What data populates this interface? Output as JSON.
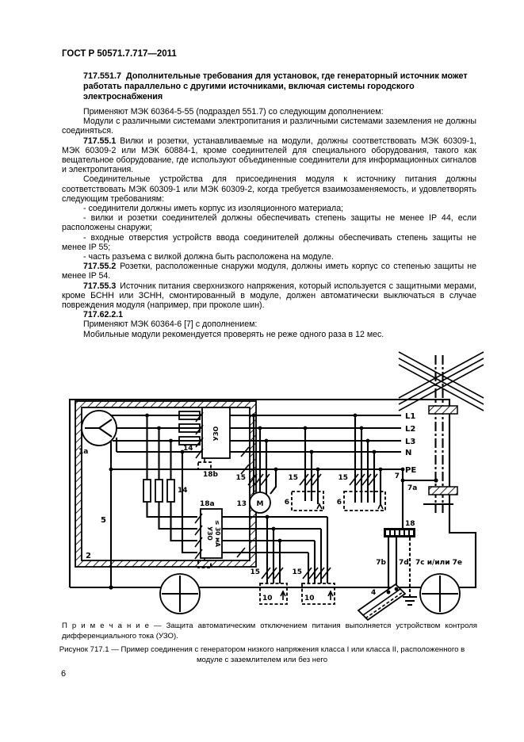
{
  "header": {
    "title": "ГОСТ Р 50571.7.717—2011"
  },
  "body": {
    "heading": {
      "num": "717.551.7",
      "text": "Дополнительные требования для установок, где генераторный источник может работать параллельно с другими источниками, включая системы городского электроснабжения"
    },
    "paragraphs": [
      {
        "num": "",
        "text": "Применяют МЭК 60364-5-55 (подраздел 551.7) со следующим дополнением:"
      },
      {
        "num": "",
        "text": "Модули с различными системами электропитания и различными системами заземления не должны соединяться."
      },
      {
        "num": "717.55.1",
        "text": "Вилки и розетки, устанавливаемые на модули, должны соответствовать МЭК 60309-1, МЭК 60309-2 или МЭК 60884-1, кроме соединителей для специального оборудования, такого как вещательное оборудование, где используют объединенные соединители для информационных сигналов и электропитания."
      },
      {
        "num": "",
        "text": "Соединительные устройства для присоединения модуля к источнику питания должны соответствовать МЭК 60309-1 или МЭК 60309-2, когда требуется взаимозаменяемость, и удовлетворять следующим требованиям:"
      },
      {
        "num": "",
        "text": "- соединители должны иметь корпус из изоляционного материала;"
      },
      {
        "num": "",
        "text": "- вилки и розетки соединителей должны обеспечивать степень защиты не менее IP 44, если расположены снаружи;"
      },
      {
        "num": "",
        "text": "- входные отверстия устройств ввода соединителей должны обеспечивать степень защиты не менее IP 55;"
      },
      {
        "num": "",
        "text": "- часть разъема с вилкой должна быть расположена на модуле."
      },
      {
        "num": "717.55.2",
        "text": "Розетки, расположенные снаружи модуля, должны иметь корпус со степенью защиты не менее IP 54."
      },
      {
        "num": "717.55.3",
        "text": "Источник питания сверхнизкого напряжения, который используется с защитными мерами, кроме БСНН или ЗСНН, смонтированный в модуле, должен автоматически выключаться в случае повреждения модуля (например, при проколе шин)."
      },
      {
        "num": "717.62.2.1",
        "text": ""
      },
      {
        "num": "",
        "text": "Применяют МЭК 60364-6 [7] с дополнением:"
      },
      {
        "num": "",
        "text": "Мобильные модули рекомендуется проверять не реже одного раза в 12 мес."
      }
    ]
  },
  "figure": {
    "note_label": "П р и м е ч а н и е —",
    "note_text": "Защита автоматическим отключением питания выполняется устройством контроля дифференциального тока (УЗО).",
    "caption": "Рисунок 717.1 — Пример соединения с генератором низкого напряжения класса I или класса II, расположенного в модуле с заземлителем или без него",
    "labels": {
      "generator": "1a",
      "body_ref": "2",
      "pe_conductor": "5",
      "fuse": "14",
      "rcd_main": "18b",
      "rcd_text": "УЗО",
      "rcd_socket": "18a",
      "rcd_rating": "≤ 30 мА",
      "motor_ref": "13",
      "motor": "M",
      "switch": "15",
      "socket_fixed": "6",
      "socket_low": "10",
      "l1": "L1",
      "l2": "L2",
      "l3": "L3",
      "n": "N",
      "pe": "PE",
      "pe_ref": "7",
      "mast_bond": "7a",
      "terminal": "18",
      "c7b": "7b",
      "c7d": "7d",
      "c7ce": "7c и/или 7e",
      "plate": "4"
    }
  },
  "footer": {
    "page_number": "6"
  }
}
